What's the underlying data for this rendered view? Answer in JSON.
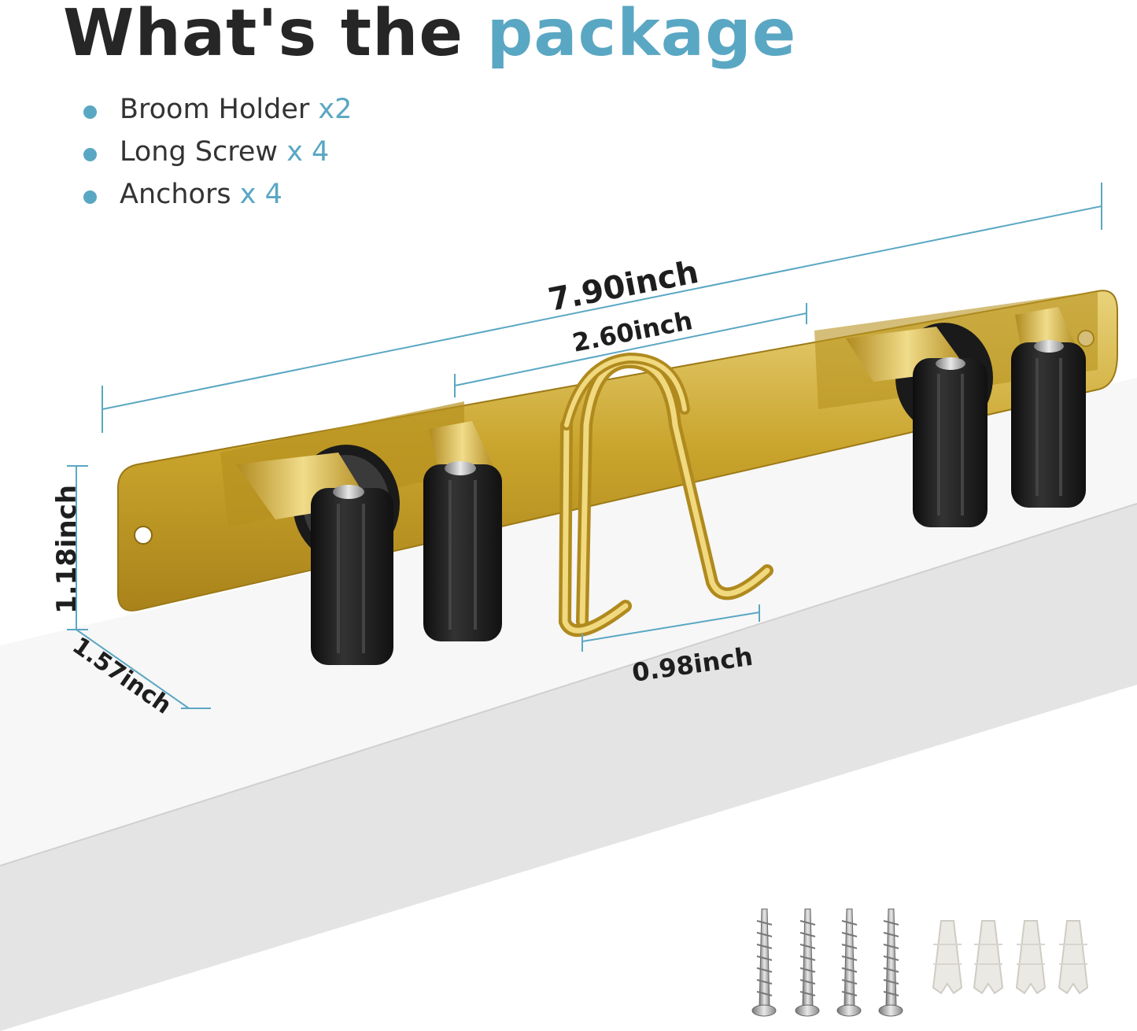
{
  "header": {
    "title_main": "What's the",
    "title_accent": "package"
  },
  "package_items": [
    {
      "name": "Broom Holder",
      "qty": "x2"
    },
    {
      "name": "Long Screw",
      "qty": "x 4"
    },
    {
      "name": "Anchors",
      "qty": "x 4"
    }
  ],
  "dimensions": {
    "length": "7.90inch",
    "spacing": "2.60inch",
    "height": "1.18inch",
    "depth": "1.57inch",
    "hook_width": "0.98inch"
  },
  "colors": {
    "accent": "#5aa7c3",
    "gold": "#d4b23c",
    "rubber": "#1c1c1c",
    "shelf": "#e6e6e6"
  }
}
